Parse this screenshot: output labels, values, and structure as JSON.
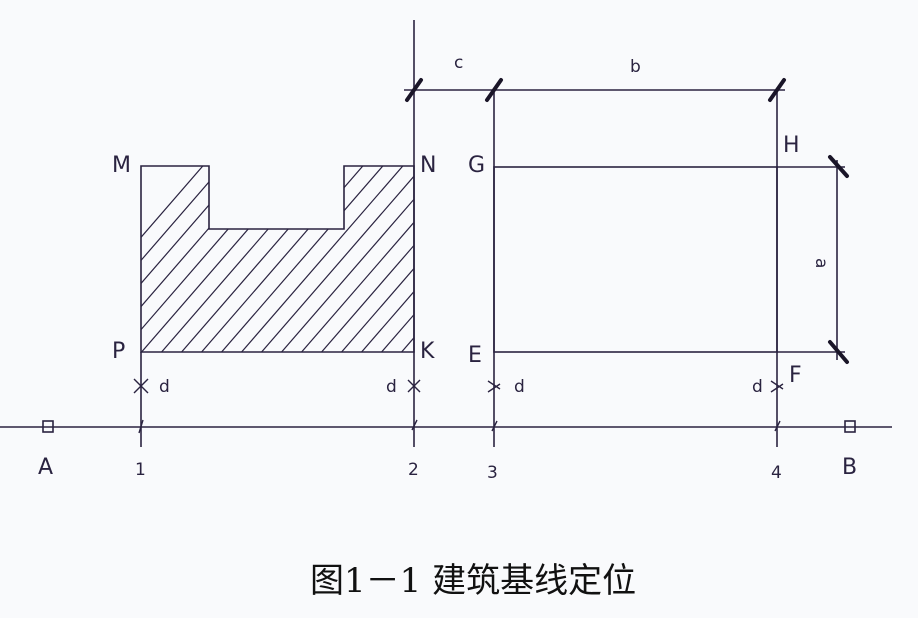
{
  "caption": "图1－1 建筑基线定位",
  "points": {
    "M": "M",
    "N": "N",
    "P": "P",
    "K": "K",
    "G": "G",
    "H": "H",
    "E": "E",
    "F": "F",
    "A": "A",
    "B": "B"
  },
  "axis_numbers": [
    "1",
    "2",
    "3",
    "4"
  ],
  "dimensions": {
    "c": "c",
    "b": "b",
    "a": "a",
    "d": "d"
  },
  "colors": {
    "line": "#2a2340",
    "background": "#f9fafc",
    "caption": "#111111"
  }
}
